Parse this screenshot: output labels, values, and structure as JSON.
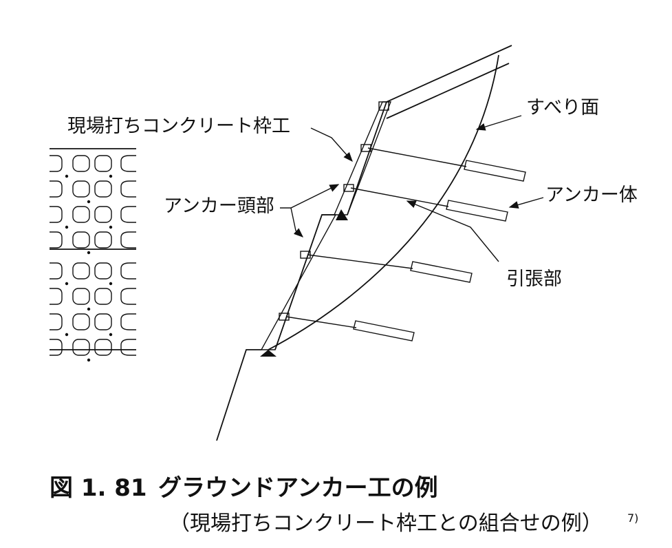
{
  "labels": {
    "frame": "現場打ちコンクリート枠工",
    "slip_surface": "すべり面",
    "anchor_head": "アンカー頭部",
    "anchor_body": "アンカー体",
    "tension_part": "引張部"
  },
  "caption": {
    "number": "図 1. 81",
    "title": "グラウンドアンカー工の例",
    "subtitle": "（現場打ちコンクリート枠工との組合せの例）",
    "ref": "7)"
  }
}
